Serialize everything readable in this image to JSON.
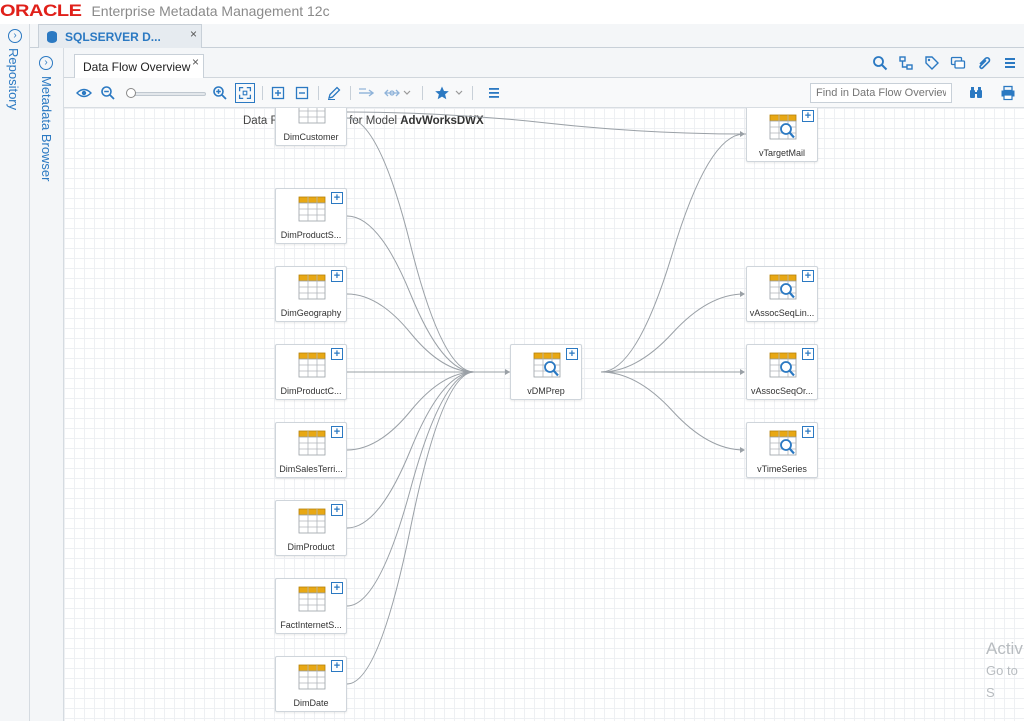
{
  "brand": {
    "logo": "ORACLE",
    "title": "Enterprise Metadata Management 12c"
  },
  "rails": {
    "repository": "Repository",
    "metadata_browser": "Metadata Browser"
  },
  "doc_tab": {
    "label": "SQLSERVER D...",
    "close": "×"
  },
  "inner_tab": {
    "label": "Data Flow Overview",
    "close": "×"
  },
  "toolbar": {
    "find_placeholder": "Find in Data Flow Overview",
    "zoom_level": 0.02
  },
  "canvas": {
    "title_prefix": "Data Flow Overview for Model ",
    "model_name": "AdvWorksDWX"
  },
  "sources": [
    {
      "label": "DimCustomer"
    },
    {
      "label": "DimProductS..."
    },
    {
      "label": "DimGeography"
    },
    {
      "label": "DimProductC..."
    },
    {
      "label": "DimSalesTerri..."
    },
    {
      "label": "DimProduct"
    },
    {
      "label": "FactInternetS..."
    },
    {
      "label": "DimDate"
    }
  ],
  "hub": {
    "label": "vDMPrep"
  },
  "targets": [
    {
      "label": "vTargetMail"
    },
    {
      "label": "vAssocSeqLin..."
    },
    {
      "label": "vAssocSeqOr..."
    },
    {
      "label": "vTimeSeries"
    }
  ],
  "watermark": {
    "line1": "Activ",
    "line2": "Go to S"
  },
  "icons": {
    "top": [
      "search-icon",
      "diagram-icon",
      "tag-icon",
      "comment-icon",
      "attachment-icon",
      "menu-icon"
    ],
    "toolbar": [
      "eye-icon",
      "zoom-out-icon",
      "zoom-in-icon",
      "fit-icon",
      "expand-icon",
      "collapse-icon",
      "edit-icon",
      "flow-icon",
      "layout-icon",
      "star-icon",
      "list-icon",
      "binoculars-icon",
      "print-icon"
    ]
  },
  "colors": {
    "accent": "#2b79c2",
    "brand_red": "#e0201a",
    "table_header": "#e8a814",
    "edge": "#9aa0a6"
  }
}
